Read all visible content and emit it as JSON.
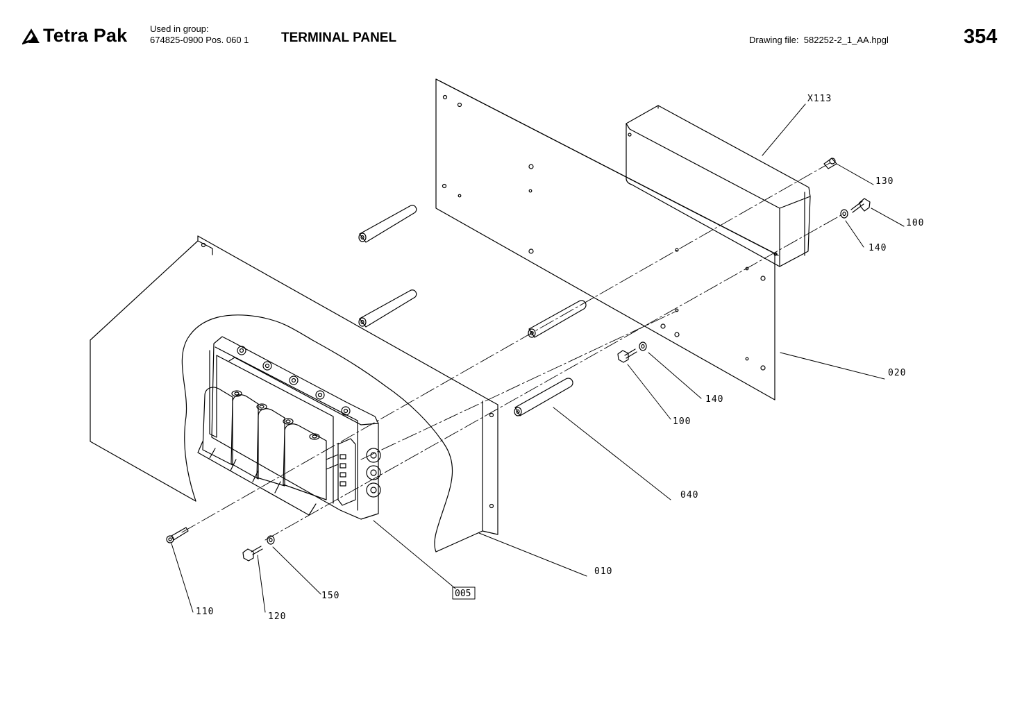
{
  "header": {
    "logo_text": "Tetra Pak",
    "group_label": "Used in group:",
    "group_value": "674825-0900 Pos. 060 1",
    "title": "TERMINAL PANEL",
    "drawing_file": "Drawing file:  582252-2_1_AA.hpgl",
    "page_number": "354"
  },
  "callouts": {
    "x113": "X113",
    "c130": "130",
    "c100_top": "100",
    "c140_top": "140",
    "c020": "020",
    "c140_mid": "140",
    "c100_mid": "100",
    "c040": "040",
    "c010": "010",
    "c005": "005",
    "c150": "150",
    "c120": "120",
    "c110": "110"
  },
  "icons": {
    "logo": "tetra-pak-logo-icon"
  }
}
